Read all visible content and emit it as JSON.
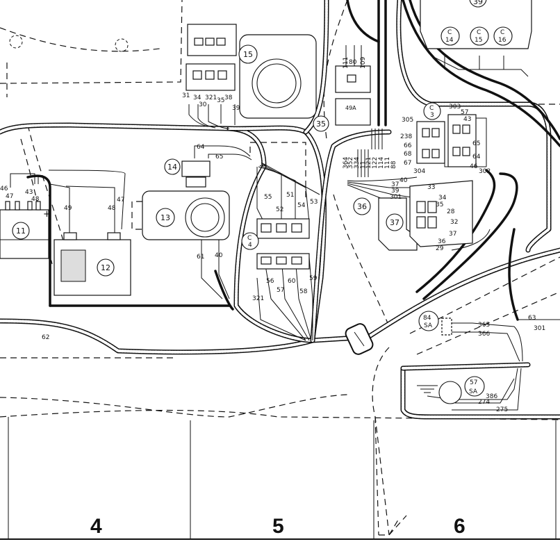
{
  "zones": [
    {
      "id": "zone-4",
      "label": "4"
    },
    {
      "id": "zone-5",
      "label": "5"
    },
    {
      "id": "zone-6",
      "label": "6"
    }
  ],
  "components": {
    "c11": "11",
    "c12": "12",
    "c13": "13",
    "c14": "14",
    "c15": "15",
    "c35": "35",
    "c36": "36",
    "c37": "37",
    "c84": "84",
    "c84b": "SA",
    "c57": "57",
    "c57b": "SA",
    "c39": "39"
  },
  "connectors": {
    "c4": [
      "C",
      "4"
    ],
    "c3": [
      "C",
      "3"
    ],
    "c14": [
      "C",
      "14"
    ],
    "c15": [
      "C",
      "15"
    ],
    "c16": [
      "C",
      "16"
    ],
    "c49a": "49A"
  },
  "wires": {
    "w31": "31",
    "w34": "34",
    "w30": "30",
    "w321a": "321",
    "w35a": "35",
    "w38a": "38",
    "w39a": "39",
    "w64a": "64",
    "w65a": "65",
    "w46": "46",
    "w47a": "47",
    "w43a": "43",
    "w48a": "48",
    "w49": "49",
    "w48b": "48",
    "w47b": "47",
    "w61": "61",
    "w40a": "40",
    "w55": "55",
    "w51": "51",
    "w54": "54",
    "w53": "53",
    "w52": "52",
    "w56": "56",
    "w57a": "57",
    "w60": "60",
    "w58": "58",
    "w59": "59",
    "w321b": "321",
    "w62": "62",
    "w111": "111",
    "w80": "80",
    "w109": "109",
    "w364": "364",
    "w352": "352",
    "w334": "334",
    "w11": "11",
    "w121": "121",
    "w122": "122",
    "w114": "114",
    "w111b": "111",
    "w88": "88",
    "w305": "305",
    "w238": "238",
    "w66": "66",
    "w68": "68",
    "w67": "67",
    "w304": "304",
    "w303": "303",
    "w57b": "57",
    "w43b": "43",
    "w65b": "65",
    "w64b": "64",
    "w46b": "46",
    "w302": "302",
    "w40b": "40",
    "w37a": "37",
    "w39b": "39",
    "w301a": "301",
    "w33": "33",
    "w34b": "34",
    "w35b": "35",
    "w28": "28",
    "w32": "32",
    "w37b": "37",
    "w36": "36",
    "w29": "29",
    "w63": "63",
    "w301b": "301",
    "w365": "365",
    "w366": "366",
    "w386": "386",
    "w274": "274",
    "w275": "275",
    "plus": "+"
  }
}
